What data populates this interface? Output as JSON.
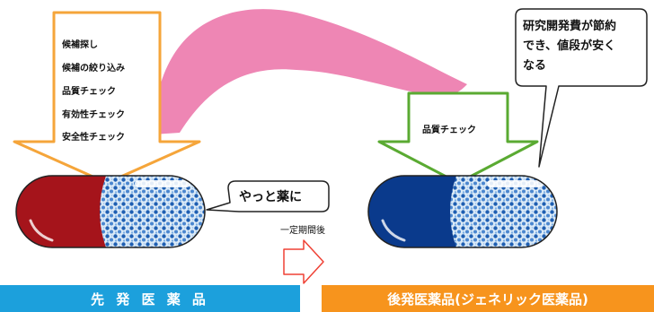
{
  "brand": {
    "label": "先 発 医 薬 品",
    "steps": [
      "候補探し",
      "候補の絞り込み",
      "品質チェック",
      "有効性チェック",
      "安全性チェック"
    ],
    "callout": "やっと薬に",
    "colors": {
      "capsule_left": "#a5141b",
      "banner": "#1ca0dc",
      "arrow_outline": "#f5a53a"
    }
  },
  "generic": {
    "label": "後発医薬品(ジェネリック医薬品)",
    "steps": [
      "品質チェック"
    ],
    "callout_lines": [
      "研究開発費が節約",
      "でき、値段が安く",
      "なる"
    ],
    "colors": {
      "capsule_left": "#0a3a8c",
      "banner": "#f7941d",
      "arrow_outline": "#5aaa32"
    }
  },
  "transition": {
    "label": "一定期間後"
  },
  "colors": {
    "band": "#ee86b4",
    "transition_arrow": "#ef4135",
    "capsule_bubbles": "#1f5fb2"
  }
}
